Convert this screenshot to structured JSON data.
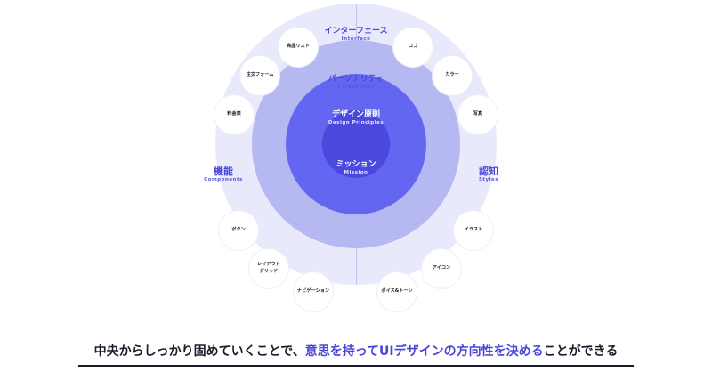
{
  "diagram": {
    "outer": {
      "top": {
        "jp": "インターフェース",
        "en": "Interface"
      },
      "left": {
        "jp": "機能",
        "en": "Components"
      },
      "right": {
        "jp": "認知",
        "en": "Styles"
      }
    },
    "persona": {
      "jp": "パーソナリティ",
      "en": "Personarity"
    },
    "design": {
      "jp": "デザイン原則",
      "en": "Design Principles"
    },
    "mission": {
      "jp": "ミッション",
      "en": "Mission"
    },
    "bubbles": {
      "shohin_list": "商品リスト",
      "chumon_form": "注文フォーム",
      "ryokin_hyo": "料金表",
      "logo": "ロゴ",
      "color": "カラー",
      "photo": "写真",
      "button": "ボタン",
      "layout_grid_1": "レイアウト",
      "layout_grid_2": "グリッド",
      "navigation": "ナビゲーション",
      "illust": "イラスト",
      "icon": "アイコン",
      "voice_tone": "ボイス&トーン"
    }
  },
  "caption": {
    "part1": "中央からしっかり固めていくことで、",
    "part2": "意思を持ってUIデザインの方向性を決める",
    "part3": "ことができる"
  }
}
